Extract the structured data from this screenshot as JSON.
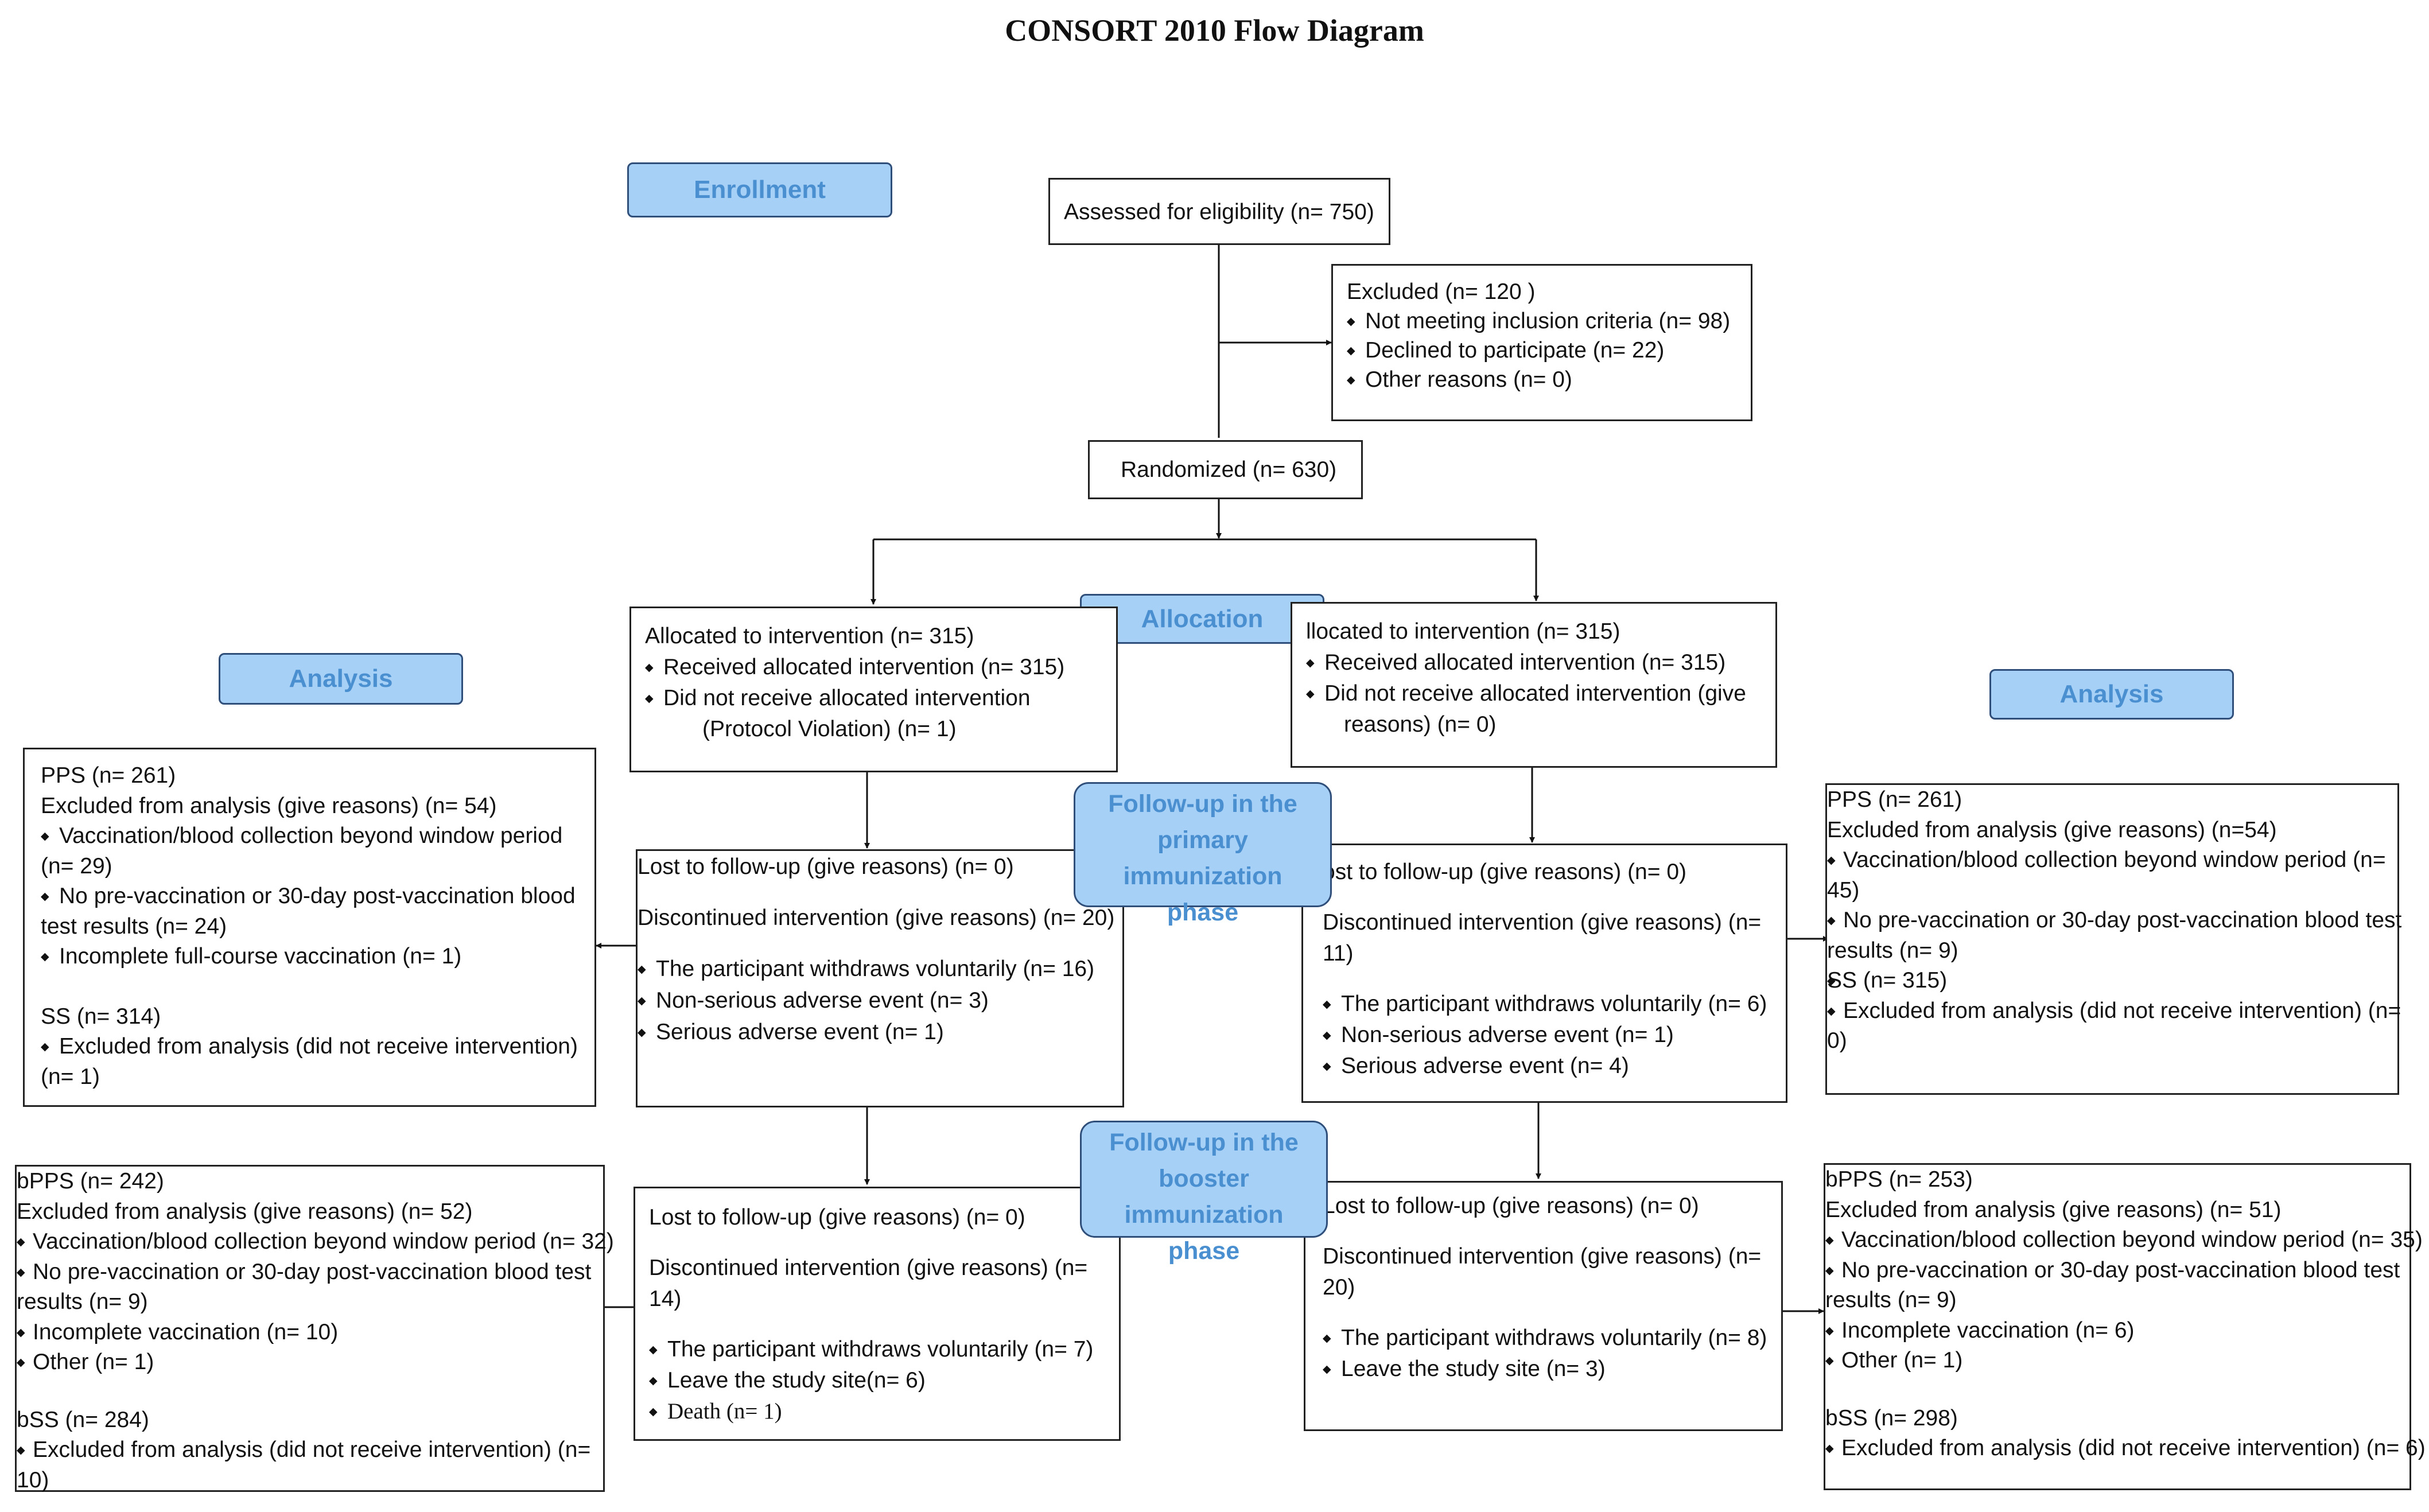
{
  "title": "CONSORT 2010 Flow Diagram",
  "stages": {
    "enrollment": "Enrollment",
    "allocation": "Allocation",
    "analysis_left": "Analysis",
    "analysis_right": "Analysis",
    "followup_primary": "Follow-up in the primary immunization phase",
    "followup_booster": "Follow-up in the booster immunization phase"
  },
  "assessed": "Assessed for eligibility (n=  750)",
  "excluded": {
    "title": "Excluded  (n= 120 )",
    "items": [
      "Not meeting inclusion criteria (n= 98)",
      "Declined to participate (n= 22)",
      "Other reasons (n= 0)"
    ]
  },
  "randomized": "Randomized (n= 630)",
  "allocated_left": {
    "title": "Allocated to intervention (n= 315)",
    "received": "Received allocated intervention (n= 315)",
    "not_received": "Did not receive allocated intervention",
    "not_received_detail": "(Protocol Violation) (n= 1)"
  },
  "allocated_right": {
    "title": "llocated to intervention (n= 315)",
    "received": "Received allocated intervention (n= 315)",
    "not_received": "Did not receive allocated intervention (give",
    "not_received_detail": "reasons) (n= 0)"
  },
  "primary_left": {
    "lost": "Lost to follow-up (give reasons) (n= 0)",
    "discontinued": "Discontinued intervention (give reasons) (n= 20)",
    "items": [
      "The participant withdraws voluntarily (n= 16)",
      "Non-serious adverse event (n= 3)",
      "Serious adverse event (n= 1)"
    ]
  },
  "primary_right": {
    "lost": "ost to follow-up (give reasons) (n= 0)",
    "discontinued_1": "Discontinued intervention (give reasons) (n=",
    "discontinued_2": "11)",
    "items": [
      "The participant withdraws voluntarily (n= 6)",
      "Non-serious adverse event (n= 1)",
      "Serious adverse event (n= 4)"
    ]
  },
  "booster_left": {
    "lost": "Lost to follow-up (give reasons) (n= 0)",
    "discontinued_1": "Discontinued intervention (give reasons) (n=",
    "discontinued_2": "14)",
    "items": [
      "The participant withdraws voluntarily (n= 7)",
      "Leave the study site(n= 6)",
      "Death (n= 1)"
    ]
  },
  "booster_right": {
    "lost": "Lost to follow-up (give reasons) (n= 0)",
    "discontinued_1": "Discontinued intervention (give reasons) (n=",
    "discontinued_2": "20)",
    "items": [
      "The participant withdraws voluntarily (n= 8)",
      "Leave the study site (n= 3)"
    ]
  },
  "analysis_left_primary": {
    "pps": "PPS (n= 261)",
    "excluded": "Excluded from analysis (give reasons) (n= 54)",
    "item1_a": "Vaccination/blood collection beyond window period",
    "item1_b": "(n= 29)",
    "item2_a": "No pre-vaccination or 30-day post-vaccination blood",
    "item2_b": "test results (n= 24)",
    "item3": "Incomplete full-course vaccination (n= 1)",
    "ss": "SS (n= 314)",
    "ss_item_a": "Excluded from analysis (did not receive intervention)",
    "ss_item_b": "(n= 1)"
  },
  "analysis_right_primary": {
    "pps": "PPS (n= 261)",
    "excluded": "Excluded from analysis (give reasons) (n=54)",
    "item1_a": "Vaccination/blood collection beyond window period (n=",
    "item1_b": "45)",
    "item2_a": "No pre-vaccination or 30-day post-vaccination blood test",
    "item2_b": "results (n= 9)",
    "ss": "SS (n= 315)",
    "ss_item_a": "Excluded from analysis (did not receive intervention) (n=",
    "ss_item_b": "0)"
  },
  "analysis_left_booster": {
    "bpps": "bPPS (n= 242)",
    "excluded": "Excluded from analysis (give reasons) (n= 52)",
    "item1": "Vaccination/blood collection beyond window period (n= 32)",
    "item2_a": "No pre-vaccination or 30-day post-vaccination blood test",
    "item2_b": "results (n= 9)",
    "item3": "Incomplete vaccination (n= 10)",
    "item4": "Other (n= 1)",
    "bss": "bSS (n= 284)",
    "bss_item_a": "Excluded from analysis (did not receive intervention) (n=",
    "bss_item_b": "10)"
  },
  "analysis_right_booster": {
    "bpps": "bPPS (n= 253)",
    "excluded": "Excluded from analysis (give reasons) (n= 51)",
    "item1": "Vaccination/blood collection beyond window period (n= 35)",
    "item2_a": "No pre-vaccination or 30-day post-vaccination blood test",
    "item2_b": "results (n= 9)",
    "item3": "Incomplete vaccination (n= 6)",
    "item4": "Other (n= 1)",
    "bss": "bSS (n= 298)",
    "bss_item": "Excluded from analysis (did not receive intervention) (n= 6)"
  }
}
